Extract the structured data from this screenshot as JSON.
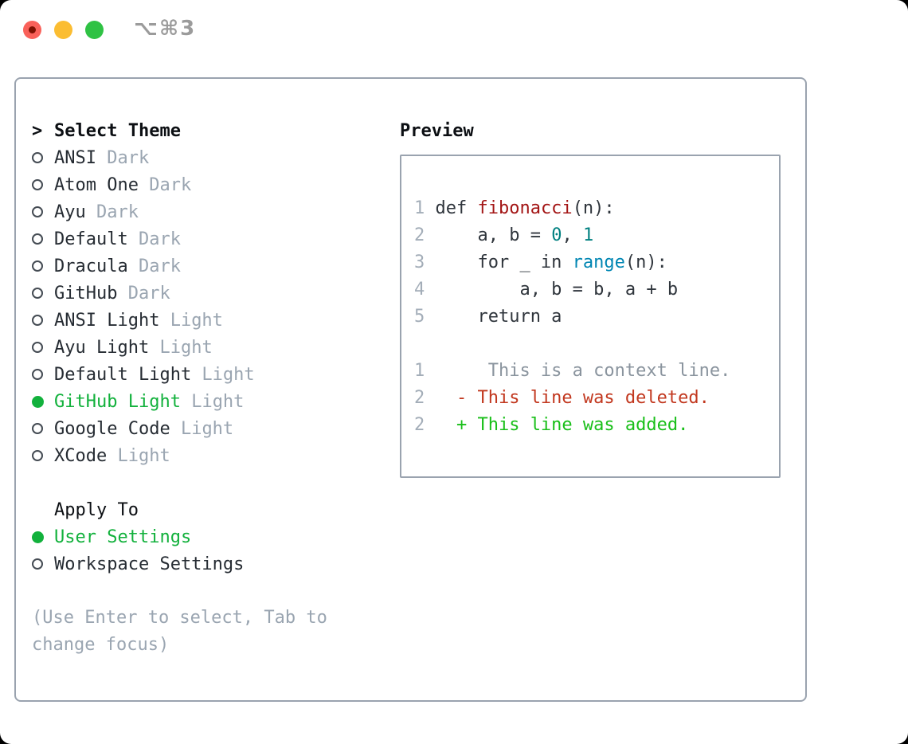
{
  "titlebar": {
    "shortcut": "⌥⌘3"
  },
  "theme_picker": {
    "prompt": ">",
    "title": "Select Theme",
    "themes": [
      {
        "name": "ANSI",
        "variant": "Dark",
        "selected": false
      },
      {
        "name": "Atom One",
        "variant": "Dark",
        "selected": false
      },
      {
        "name": "Ayu",
        "variant": "Dark",
        "selected": false
      },
      {
        "name": "Default",
        "variant": "Dark",
        "selected": false
      },
      {
        "name": "Dracula",
        "variant": "Dark",
        "selected": false
      },
      {
        "name": "GitHub",
        "variant": "Dark",
        "selected": false
      },
      {
        "name": "ANSI Light",
        "variant": "Light",
        "selected": false
      },
      {
        "name": "Ayu Light",
        "variant": "Light",
        "selected": false
      },
      {
        "name": "Default Light",
        "variant": "Light",
        "selected": false
      },
      {
        "name": "GitHub Light",
        "variant": "Light",
        "selected": true
      },
      {
        "name": "Google Code",
        "variant": "Light",
        "selected": false
      },
      {
        "name": "XCode",
        "variant": "Light",
        "selected": false
      }
    ],
    "apply_to": {
      "title": "Apply To",
      "options": [
        {
          "name": "User Settings",
          "selected": true
        },
        {
          "name": "Workspace Settings",
          "selected": false
        }
      ]
    },
    "hint": "(Use Enter to select, Tab to change focus)"
  },
  "preview": {
    "title": "Preview",
    "code_lines": [
      {
        "number": "1",
        "tokens": [
          {
            "t": "def ",
            "c": "plain"
          },
          {
            "t": "fibonacci",
            "c": "func"
          },
          {
            "t": "(n):",
            "c": "plain"
          }
        ]
      },
      {
        "number": "2",
        "tokens": [
          {
            "t": "    a, b = ",
            "c": "plain"
          },
          {
            "t": "0",
            "c": "number"
          },
          {
            "t": ", ",
            "c": "plain"
          },
          {
            "t": "1",
            "c": "number"
          }
        ]
      },
      {
        "number": "3",
        "tokens": [
          {
            "t": "    for _ in ",
            "c": "plain"
          },
          {
            "t": "range",
            "c": "builtin"
          },
          {
            "t": "(n):",
            "c": "plain"
          }
        ]
      },
      {
        "number": "4",
        "tokens": [
          {
            "t": "        a, b = b, a + b",
            "c": "plain"
          }
        ]
      },
      {
        "number": "5",
        "tokens": [
          {
            "t": "    return a",
            "c": "plain"
          }
        ]
      }
    ],
    "diff_lines": [
      {
        "number": "1",
        "kind": "context",
        "text": "     This is a context line."
      },
      {
        "number": "2",
        "kind": "deleted",
        "text": "  - This line was deleted."
      },
      {
        "number": "2",
        "kind": "added",
        "text": "  + This line was added."
      }
    ]
  },
  "colors": {
    "light_red": "#f9615a",
    "light_red_dot": "#7e1102",
    "light_yellow": "#fbbd32",
    "light_green": "#2fc244",
    "titlebar_gray": "#9b9b9b",
    "border": "#9aa3af",
    "text_header": "#0c0f13",
    "text_item": "#262c33",
    "muted": "#9aa5b1",
    "accent_green": "#12b13c",
    "gutter": "#a3adb8",
    "code_plain": "#2f353c",
    "func_red": "#a31515",
    "number_teal": "#008080",
    "builtin_blue": "#0086b3",
    "context_gray": "#8a949e",
    "deleted_red": "#c2381f",
    "added_green": "#19bf19"
  }
}
